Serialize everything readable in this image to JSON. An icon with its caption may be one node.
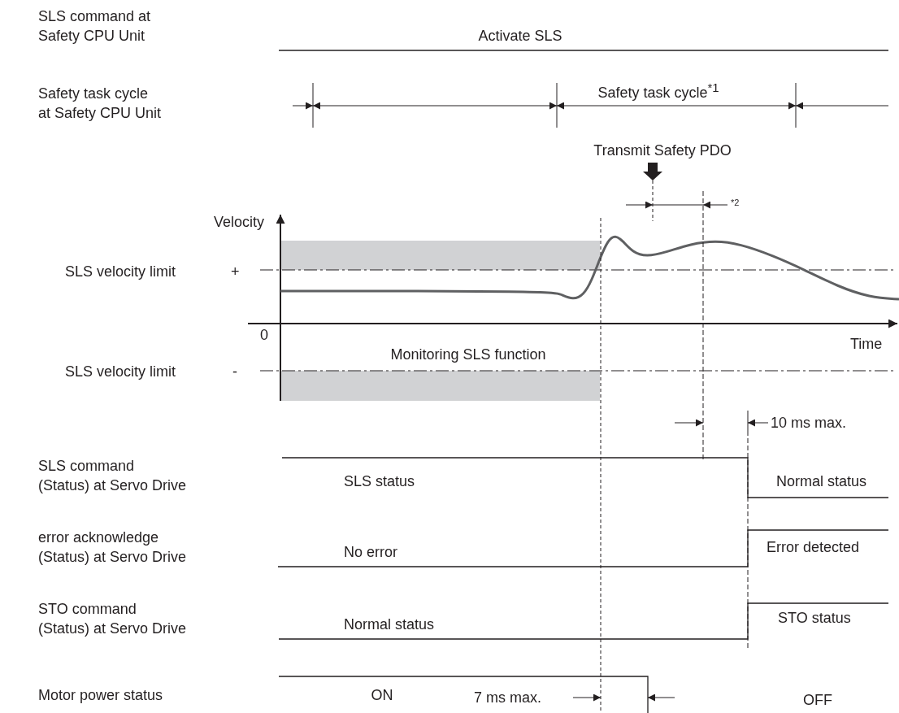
{
  "diagram": {
    "labels": [
      "SLS command at Safety CPU Unit",
      "Activate SLS",
      "Safety task cycle at Safety CPU Unit",
      "Safety task cycle$^{*1}$",
      "Transmit Safety PDO",
      "*2",
      "Velocity",
      "SLS velocity limit",
      "+",
      "0",
      "Time",
      "Monitoring SLS function",
      "SLS velocity limit",
      "-",
      "10 ms max.",
      "SLS command (Status) at Servo Drive",
      "SLS status",
      "Normal status",
      "error acknowledge (Status) at Servo Drive",
      "No error",
      "Error detected",
      "STO command (Status) at Servo Drive",
      "Normal status",
      "STO status",
      "Motor power status",
      "ON",
      "7 ms max.",
      "OFF"
    ]
  }
}
